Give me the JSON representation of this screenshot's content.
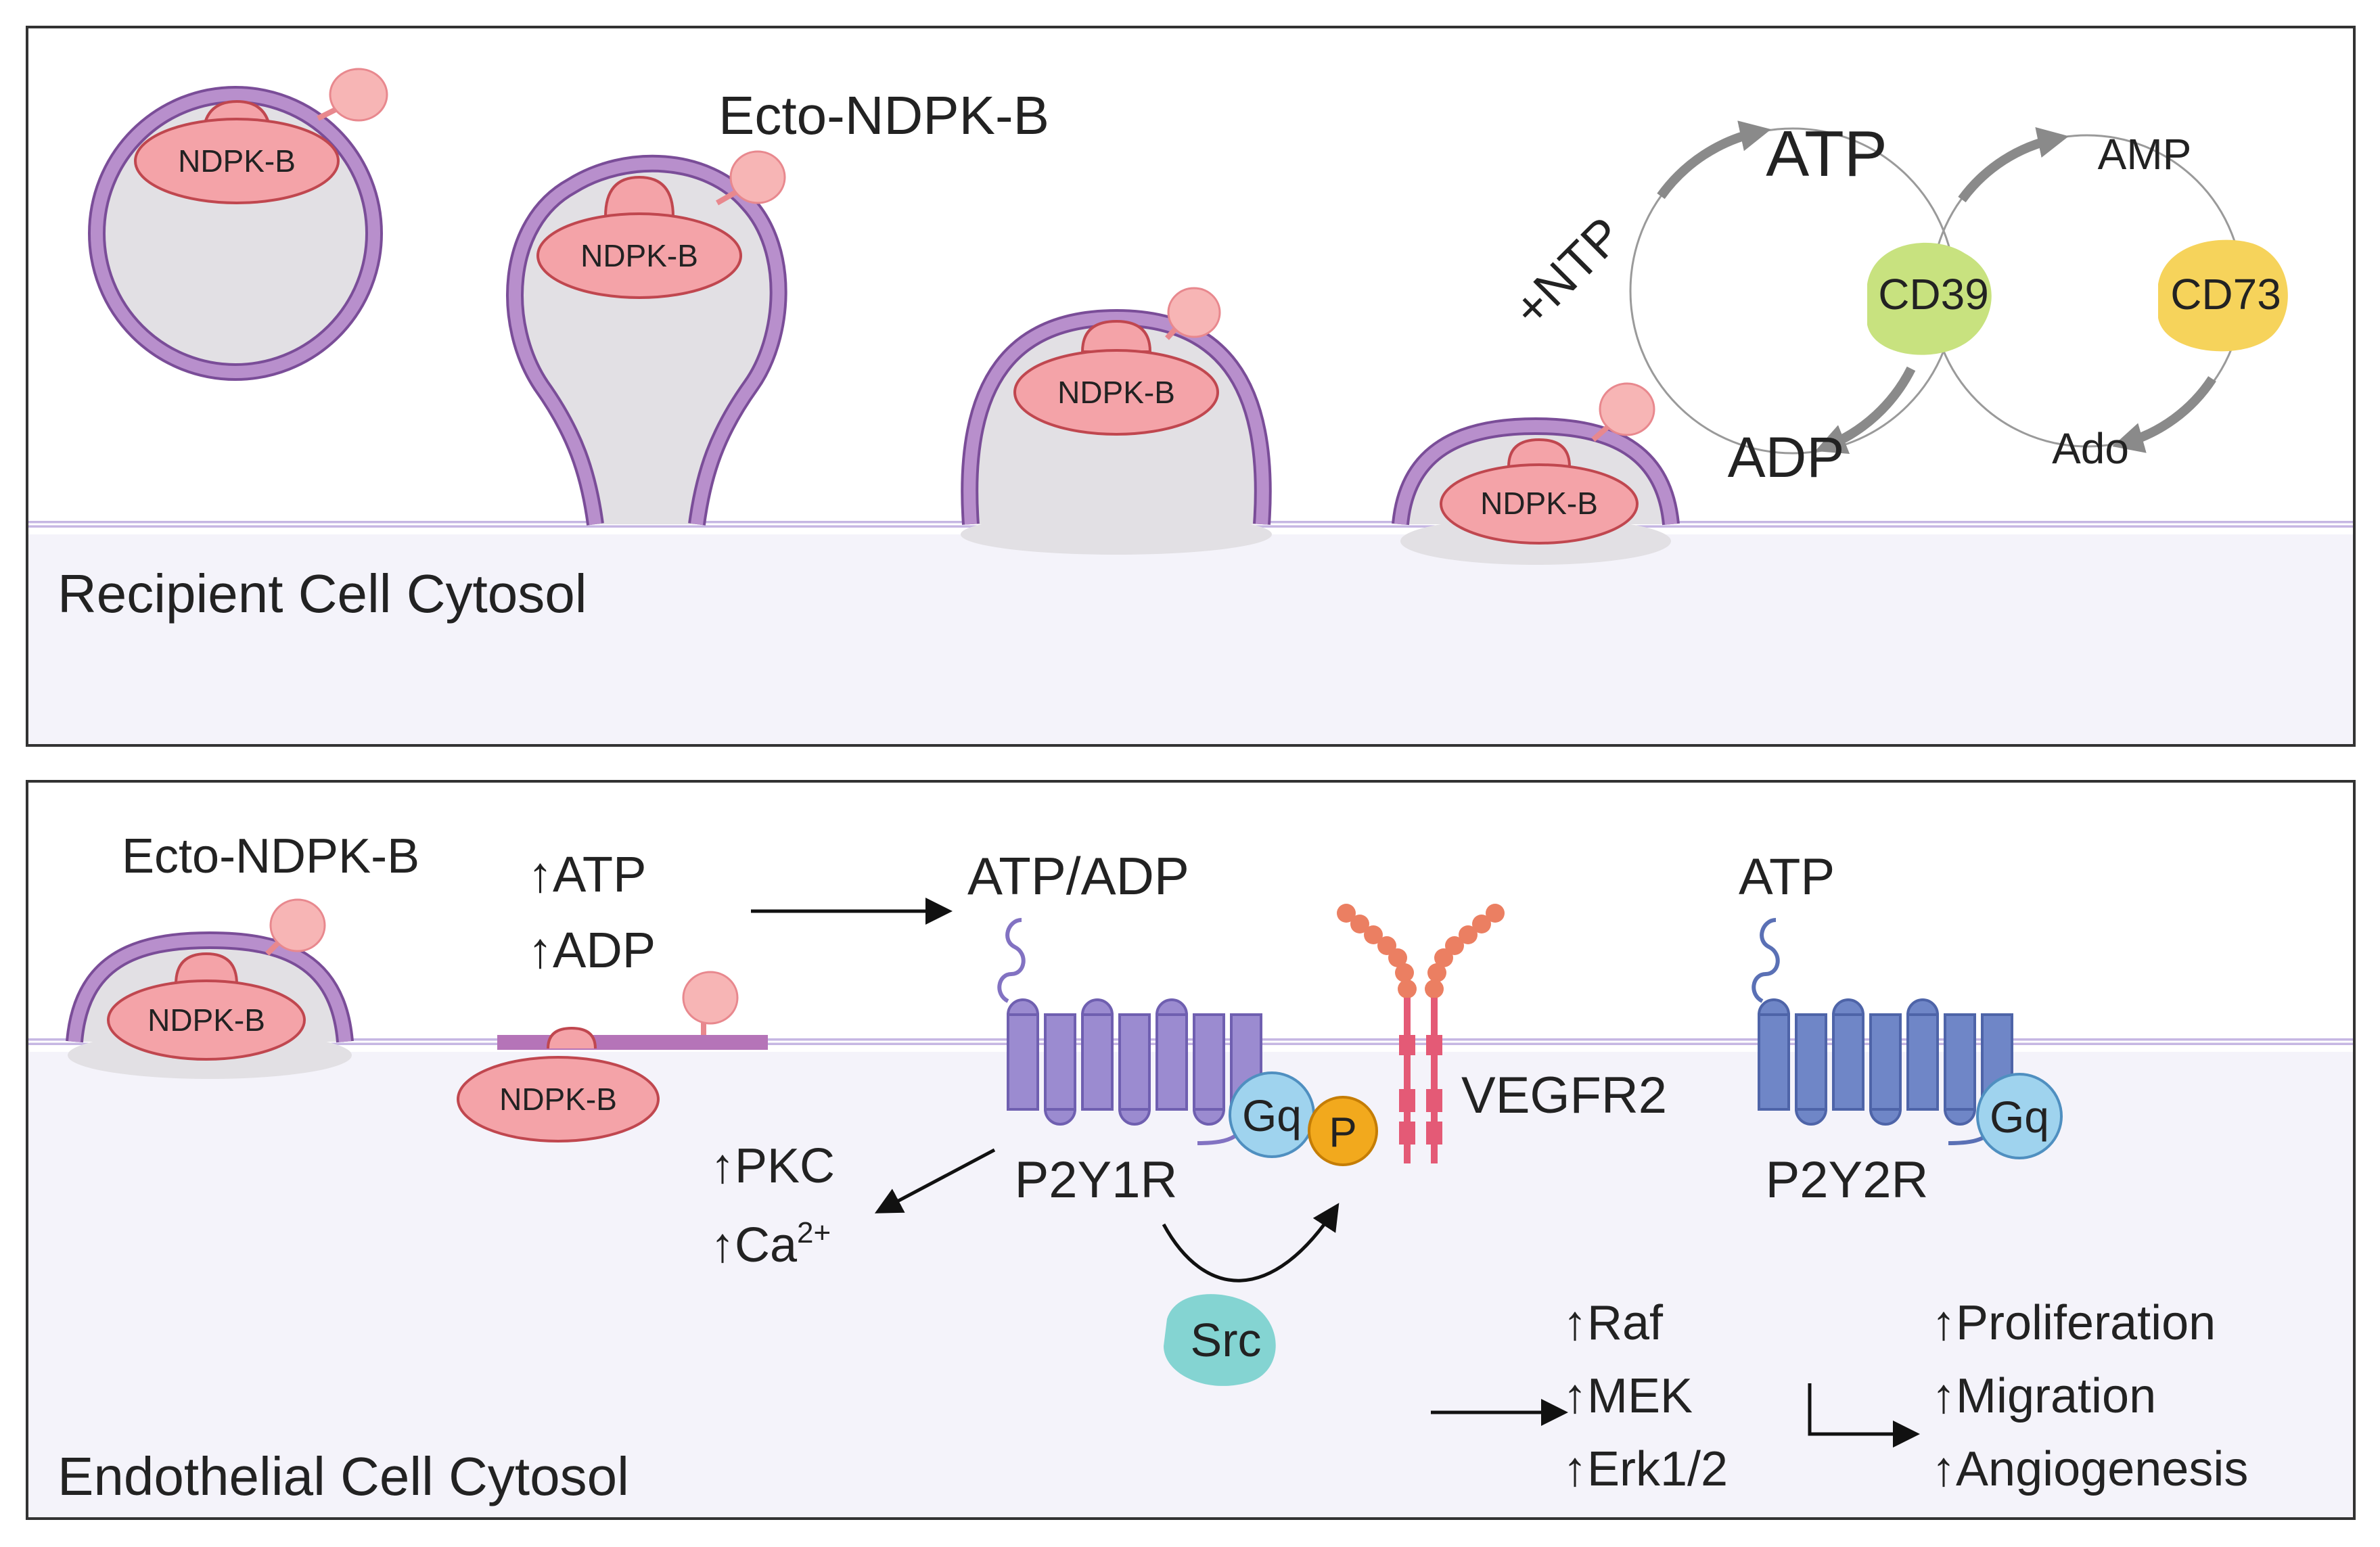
{
  "colors": {
    "panel_border": "#333333",
    "cytosol_fill": "#f4f3fa",
    "membrane_line": "#c6b7e3",
    "membrane_lipid": "#a57bbf",
    "vesicle_interior": "#e2e0e4",
    "ndpk_fill": "#f4a3a8",
    "ndpk_stroke": "#c0474f",
    "ndpk_head": "#f7b5b5",
    "cd39": "#c8e27f",
    "cd73": "#f6d35b",
    "cycle_arrow": "#8a8a8a",
    "p2y1r": "#9b8bd0",
    "p2y2r": "#6f86c7",
    "gq": "#9fd3ee",
    "vegfr2": "#e45a76",
    "vegfr2_beads": "#eb7f62",
    "phospho": "#f2a91d",
    "src": "#84d4d2"
  },
  "icons": {
    "arrow": "straight-arrow-icon",
    "up_arrow": "up-arrow-icon",
    "bent_arrow": "bent-arrow-icon",
    "curved_arrow": "curved-arrow-icon"
  },
  "top_panel": {
    "ecto_label": "Ecto-NDPK-B",
    "vesicle_labels": [
      "NDPK-B",
      "NDPK-B",
      "NDPK-B",
      "NDPK-B"
    ],
    "cycle": {
      "atp": "ATP",
      "adp": "ADP",
      "ntp": "+NTP",
      "amp": "AMP",
      "ado": "Ado",
      "cd39": "CD39",
      "cd73": "CD73"
    },
    "cytosol_label": "Recipient Cell Cytosol"
  },
  "bottom_panel": {
    "ecto_label": "Ecto-NDPK-B",
    "ndpk_labels": [
      "NDPK-B",
      "NDPK-B"
    ],
    "up_atp": "↑ATP",
    "up_adp": "↑ADP",
    "atp_adp": "ATP/ADP",
    "atp": "ATP",
    "p2y1r": "P2Y1R",
    "p2y2r": "P2Y2R",
    "gq": "Gq",
    "phospho": "P",
    "vegfr2": "VEGFR2",
    "pkc": "↑PKC",
    "ca_base": "↑Ca",
    "ca_sup": "2+",
    "src": "Src",
    "raf": "↑Raf",
    "mek": "↑MEK",
    "erk": "↑Erk1/2",
    "proliferation": "↑Proliferation",
    "migration": "↑Migration",
    "angiogenesis": "↑Angiogenesis",
    "cytosol_label": "Endothelial Cell Cytosol"
  }
}
